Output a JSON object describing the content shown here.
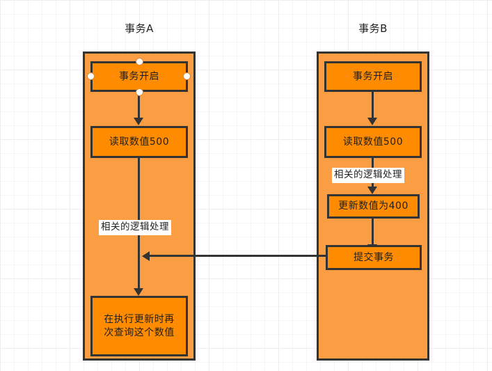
{
  "diagram": {
    "title_a": "事务A",
    "title_b": "事务B",
    "lane_a": {
      "nodes": [
        {
          "id": "a1",
          "label": "事务开启"
        },
        {
          "id": "a2",
          "label": "读取数值500"
        },
        {
          "id": "a3",
          "label": "在执行更新时再\n次查询这个数值"
        }
      ],
      "edge_labels": [
        {
          "id": "a-edge-1",
          "label": "相关的逻辑处理"
        }
      ]
    },
    "lane_b": {
      "nodes": [
        {
          "id": "b1",
          "label": "事务开启"
        },
        {
          "id": "b2",
          "label": "读取数值500"
        },
        {
          "id": "b3",
          "label": "更新数值为400"
        },
        {
          "id": "b4",
          "label": "提交事务"
        }
      ],
      "edge_labels": [
        {
          "id": "b-edge-1",
          "label": "相关的逻辑处理"
        }
      ]
    }
  },
  "colors": {
    "lane_fill": "#fb9d42",
    "node_fill": "#ff8c00",
    "stroke": "#333333",
    "grid_minor": "#f6f6f6",
    "grid_major": "#ededed",
    "handle_fill": "#ffffff"
  }
}
